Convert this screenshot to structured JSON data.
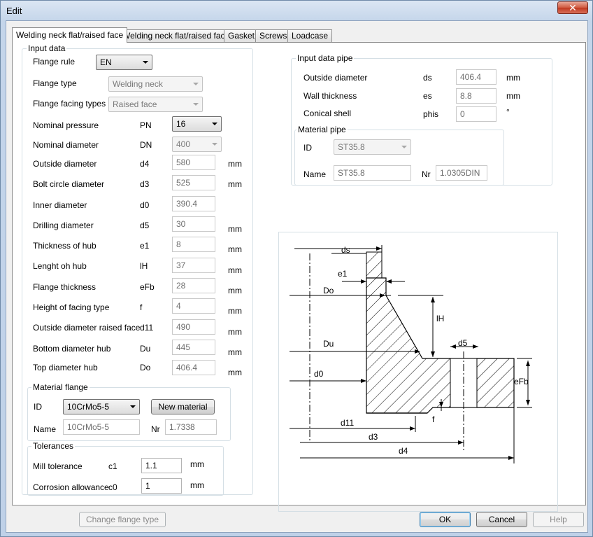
{
  "window": {
    "title": "Edit",
    "close_glyph": "✕"
  },
  "tabs": [
    "Welding neck flat/raised face",
    "Welding neck flat/raised face",
    "Gasket",
    "Screws",
    "Loadcase"
  ],
  "input_data": {
    "title": "Input data",
    "flange_rule": {
      "label": "Flange rule",
      "value": "EN"
    },
    "flange_type": {
      "label": "Flange type",
      "value": "Welding neck"
    },
    "flange_facing": {
      "label": "Flange facing types",
      "value": "Raised face"
    },
    "rows": [
      {
        "label": "Nominal pressure",
        "symbol": "PN",
        "value": "16",
        "unit": "",
        "kind": "combo"
      },
      {
        "label": "Nominal diameter",
        "symbol": "DN",
        "value": "400",
        "unit": "",
        "kind": "combo-dis"
      },
      {
        "label": "Outside diameter",
        "symbol": "d4",
        "value": "580",
        "unit": "mm",
        "kind": "field"
      },
      {
        "label": "Bolt circle diameter",
        "symbol": "d3",
        "value": "525",
        "unit": "mm",
        "kind": "field"
      },
      {
        "label": "Inner diameter",
        "symbol": "d0",
        "value": "390.4",
        "unit": "",
        "kind": "field"
      },
      {
        "label": "Drilling diameter",
        "symbol": "d5",
        "value": "30",
        "unit": "mm",
        "kind": "field"
      },
      {
        "label": "Thickness of hub",
        "symbol": "e1",
        "value": "8",
        "unit": "mm",
        "kind": "field"
      },
      {
        "label": "Lenght oh hub",
        "symbol": "lH",
        "value": "37",
        "unit": "mm",
        "kind": "field"
      },
      {
        "label": "Flange thickness",
        "symbol": "eFb",
        "value": "28",
        "unit": "mm",
        "kind": "field"
      },
      {
        "label": "Height of facing type",
        "symbol": "f",
        "value": "4",
        "unit": "mm",
        "kind": "field"
      },
      {
        "label": "Outside diameter raised face",
        "symbol": "d11",
        "value": "490",
        "unit": "mm",
        "kind": "field"
      },
      {
        "label": "Bottom diameter hub",
        "symbol": "Du",
        "value": "445",
        "unit": "mm",
        "kind": "field"
      },
      {
        "label": "Top diameter hub",
        "symbol": "Do",
        "value": "406.4",
        "unit": "mm",
        "kind": "field"
      }
    ]
  },
  "material_flange": {
    "title": "Material flange",
    "id_label": "ID",
    "id_value": "10CrMo5-5",
    "new_material": "New material",
    "name_label": "Name",
    "name_value": "10CrMo5-5",
    "nr_label": "Nr",
    "nr_value": "1.7338"
  },
  "tolerances": {
    "title": "Tolerances",
    "mill": {
      "label": "Mill tolerance",
      "symbol": "c1",
      "value": "1.1",
      "unit": "mm"
    },
    "corrosion": {
      "label": "Corrosion allowance",
      "symbol": "c0",
      "value": "1",
      "unit": "mm"
    }
  },
  "pipe": {
    "title": "Input data pipe",
    "outside": {
      "label": "Outside diameter",
      "symbol": "ds",
      "value": "406.4",
      "unit": "mm"
    },
    "wall": {
      "label": "Wall thickness",
      "symbol": "es",
      "value": "8.8",
      "unit": "mm"
    },
    "conical": {
      "label": "Conical shell",
      "symbol": "phis",
      "value": "0",
      "unit": "°"
    },
    "material": {
      "title": "Material pipe",
      "id_label": "ID",
      "id_value": "ST35.8",
      "name_label": "Name",
      "name_value": "ST35.8",
      "nr_label": "Nr",
      "nr_value": "1.0305DIN"
    }
  },
  "diagram_labels": {
    "ds": "ds",
    "e1": "e1",
    "Do": "Do",
    "lH": "lH",
    "Du": "Du",
    "d5": "d5",
    "d0": "d0",
    "eFb": "eFb",
    "d11": "d11",
    "f": "f",
    "d3": "d3",
    "d4": "d4"
  },
  "footer": {
    "change_flange_type": "Change flange type",
    "ok": "OK",
    "cancel": "Cancel",
    "help": "Help"
  }
}
